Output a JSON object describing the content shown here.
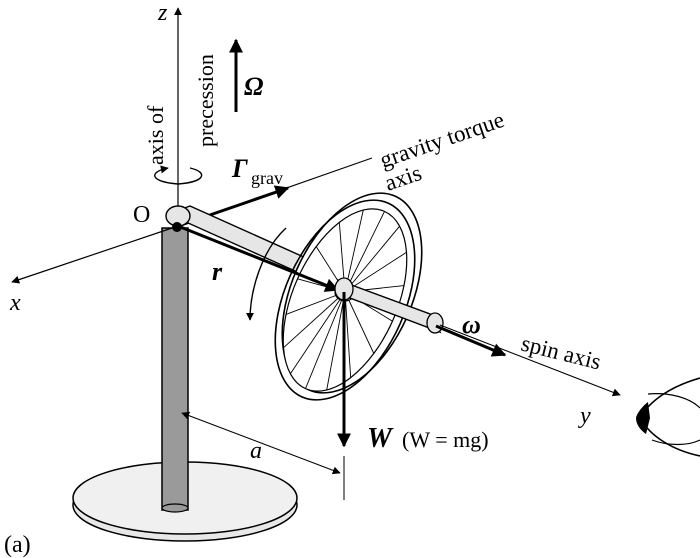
{
  "figure": {
    "panel_label": "(a)",
    "labels": {
      "z_axis": "z",
      "x_axis": "x",
      "y_axis": "y",
      "origin": "O",
      "axis_of_precession": "axis of precession",
      "axis_of_precession_line1": "axis of",
      "axis_of_precession_line2": "precession",
      "omega_precession": "Ω",
      "gamma_symbol": "Γ",
      "gamma_subscript": "grav",
      "gravity_torque_axis_line1": "gravity torque",
      "gravity_torque_axis_line2": "axis",
      "r_vector": "r",
      "omega_spin": "ω",
      "spin_axis": "spin axis",
      "weight_symbol": "W",
      "weight_equation": "(W = mg)",
      "distance_a": "a"
    },
    "colors": {
      "rod_fill": "#9a9a9a",
      "axle_fill": "#e6e6e6",
      "base_fill": "#ececec",
      "line": "#000000"
    }
  }
}
